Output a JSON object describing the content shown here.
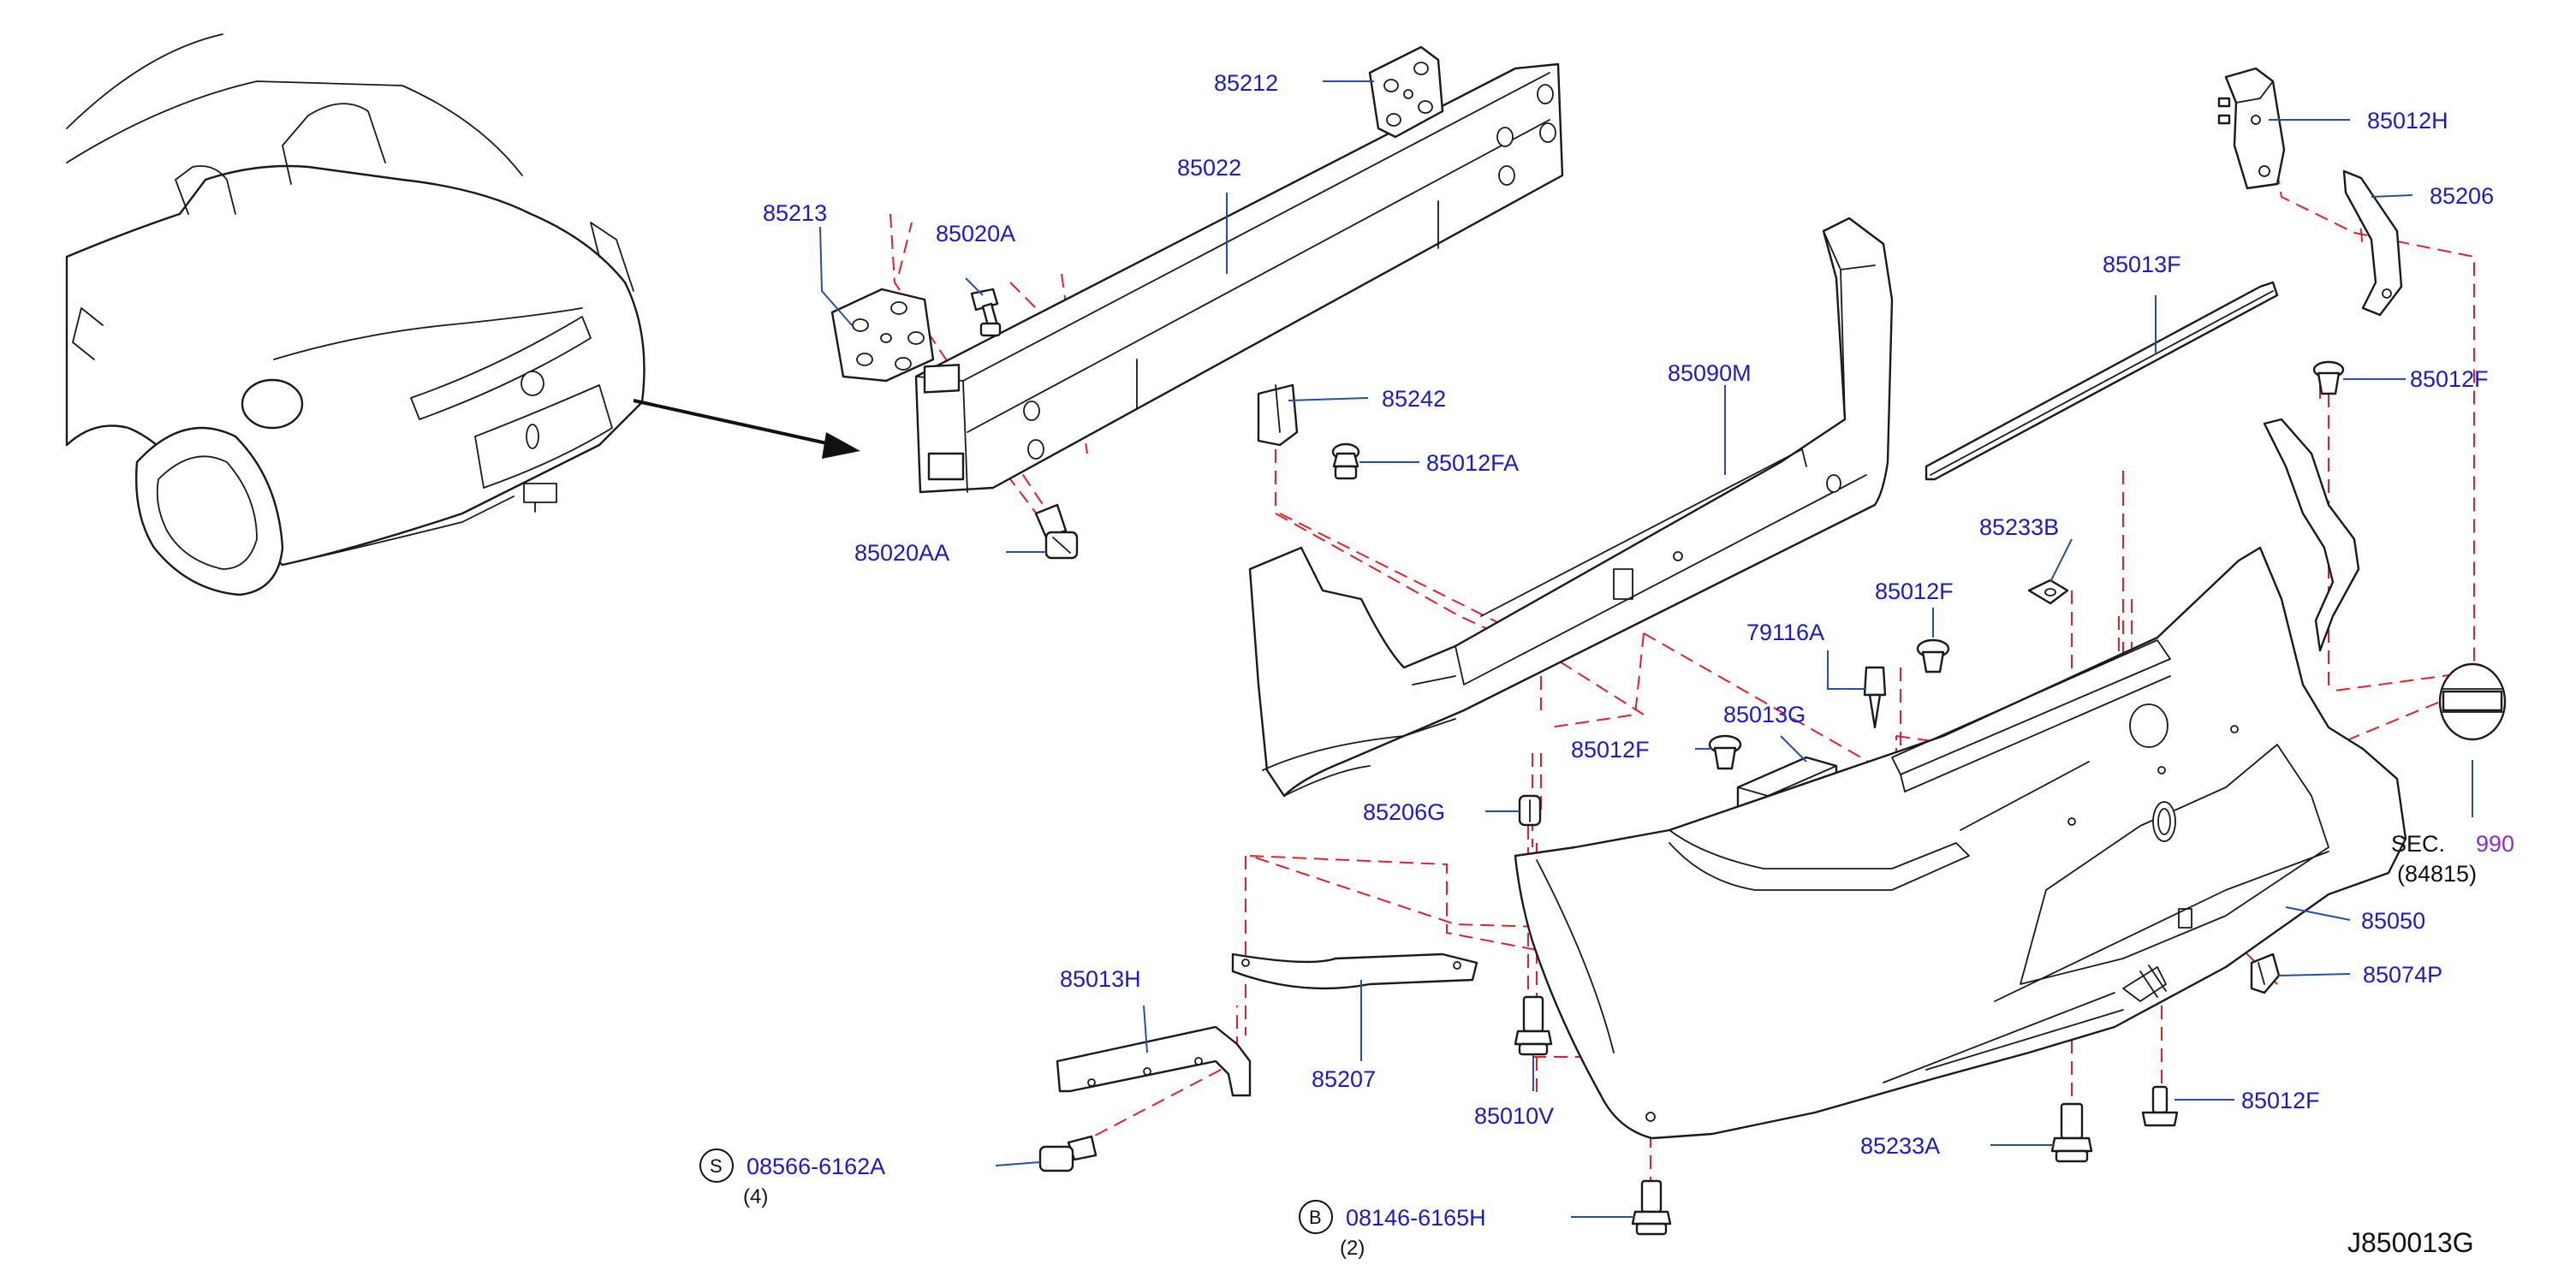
{
  "diagram_code": "J850013G",
  "parts": {
    "p85212": "85212",
    "p85022": "85022",
    "p85213": "85213",
    "p85020A": "85020A",
    "p85020AA": "85020AA",
    "p85242": "85242",
    "p85012FA": "85012FA",
    "p85090M": "85090M",
    "p85013F": "85013F",
    "p85012H": "85012H",
    "p85206": "85206",
    "p85012F_top": "85012F",
    "p85233B": "85233B",
    "p85012F_mid": "85012F",
    "p79116A": "79116A",
    "p85013G": "85013G",
    "p85012F_left": "85012F",
    "p85206G": "85206G",
    "p85050": "85050",
    "p85074P": "85074P",
    "p85013H": "85013H",
    "p85207": "85207",
    "p85010V": "85010V",
    "p85233A": "85233A",
    "p85012F_bot": "85012F"
  },
  "fasteners": {
    "s_letter": "S",
    "s_part": "08566-6162A",
    "s_qty": "(4)",
    "b_letter": "B",
    "b_part": "08146-6165H",
    "b_qty": "(2)"
  },
  "section": {
    "prefix": "SEC.",
    "number": "990",
    "sub": "(84815)"
  },
  "colors": {
    "label": "#1a1acc",
    "guide_line": "#e0202a",
    "leader": "#2a4ea0",
    "section_number": "#8a2be2"
  }
}
